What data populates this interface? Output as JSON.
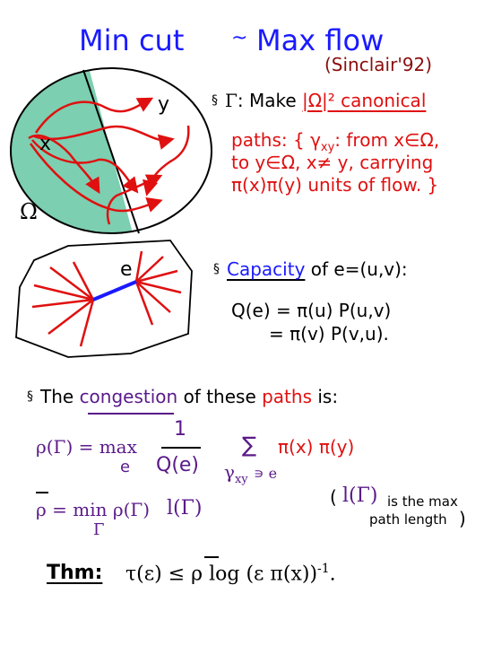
{
  "title": {
    "left": "Min cut",
    "tilde": "~",
    "right": "Max flow",
    "citation": "(Sinclair'92)"
  },
  "diagram1": {
    "label_x": "x",
    "label_y": "y",
    "label_omega": "Ω"
  },
  "diagram2": {
    "label_e": "e"
  },
  "gamma_def": {
    "bullet": "§",
    "gamma": "Γ",
    "colon_make": ": Make",
    "count": "|Ω|² canonical",
    "line2": "paths: { γ",
    "line2_sub": "xy",
    "line2_rest": ": from x∈Ω,",
    "line3": "to y∈Ω, x≠ y, carrying",
    "line4": "π(x)π(y) units of flow. }"
  },
  "capacity": {
    "bullet": "§",
    "word": "Capacity",
    "rest": " of e=(u,v):",
    "eq1": "Q(e) = π(u) P(u,v)",
    "eq2": "= π(v) P(v,u)."
  },
  "congestion": {
    "bullet": "§",
    "prefix": "The",
    "word": "congestion",
    "middle": "of these",
    "paths": "paths",
    "suffix": "is:"
  },
  "formula": {
    "rho": "ρ(Γ) = max",
    "under_max": "e",
    "numerator": "1",
    "denominator": "Q(e)",
    "sum": "∑",
    "sum_sub": "γ",
    "sum_sub2": "xy",
    "sum_cond": "∍ e",
    "sum_term": "π(x) π(y)",
    "rhobar": "ρ = min ρ(Γ)",
    "under_min": "Γ",
    "l_gamma": "l(Γ)",
    "note_paren_open": "(",
    "note_l": "l(Γ)",
    "note_text1": "is the max",
    "note_text2": "path length",
    "note_paren_close": ")"
  },
  "theorem": {
    "label": "Thm:",
    "body": "τ(ε) ≤ ρ  log (ε π(x))",
    "sup": "-1",
    "end": "."
  }
}
